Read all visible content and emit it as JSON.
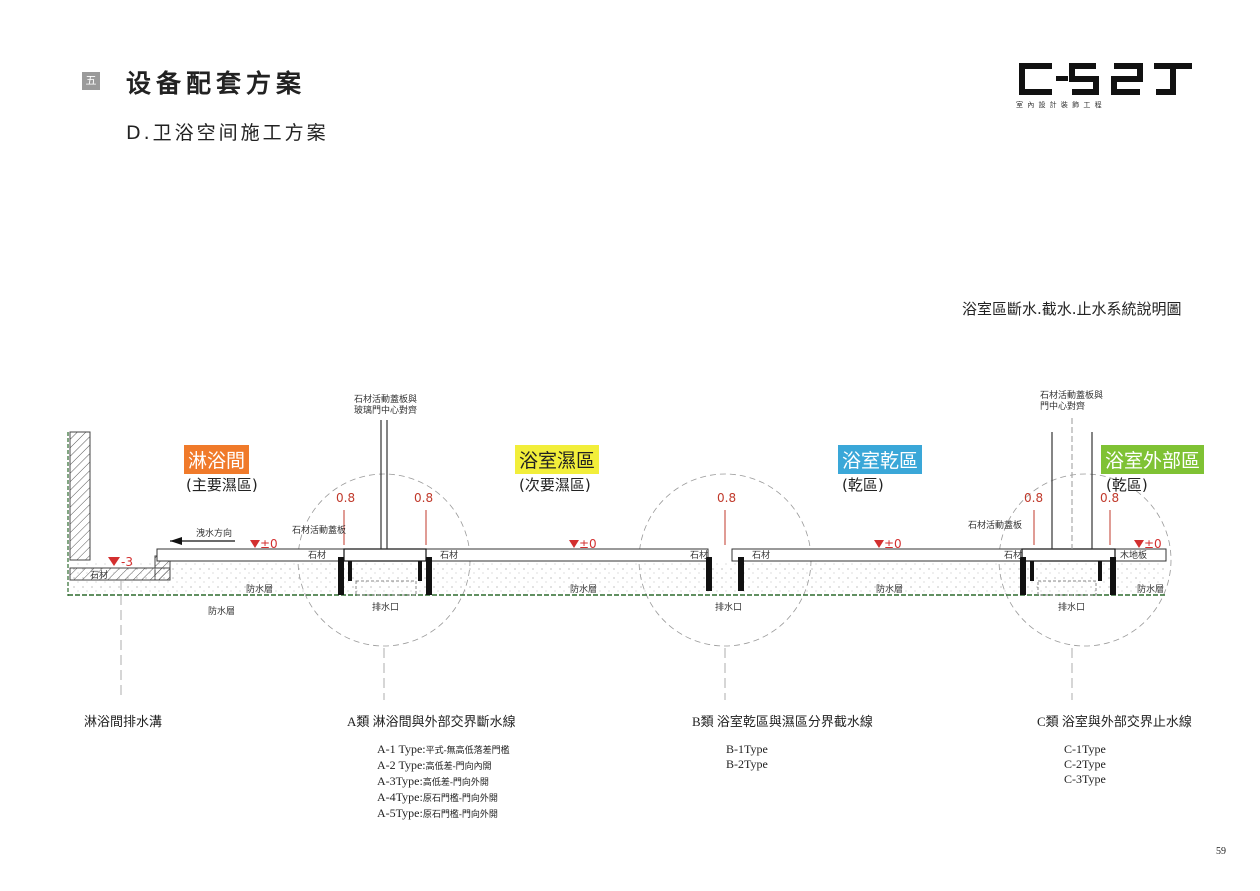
{
  "header": {
    "section_badge": "五",
    "title": "设备配套方案",
    "subtitle": "D.卫浴空间施工方案",
    "brand_tagline": "室 內 設 計       裝 飾 工 程"
  },
  "diagram": {
    "title": "浴室區斷水.截水.止水系統說明圖",
    "zones": [
      {
        "label": "淋浴間",
        "sub": "(主要濕區)",
        "color": "#f07a2a"
      },
      {
        "label": "浴室濕區",
        "sub": "(次要濕區)",
        "color": "#f2ee3a"
      },
      {
        "label": "浴室乾區",
        "sub": "(乾區)",
        "color": "#3aa7d8"
      },
      {
        "label": "浴室外部區",
        "sub": "(乾區)",
        "color": "#7fc234"
      }
    ],
    "labels": {
      "stone": "石材",
      "waterproof": "防水層",
      "drain": "排水口",
      "wood_floor": "木地板",
      "stone_cover": "石材活動蓋板",
      "flow": "洩水方向",
      "note_a": [
        "石材活動蓋板與",
        "玻璃門中心對齊"
      ],
      "note_c": [
        "石材活動蓋板與",
        "門中心對齊"
      ],
      "dim": "0.8",
      "level_zero": "±0",
      "level_minus": "-3"
    },
    "callouts": {
      "shower_drain": "淋浴間排水溝",
      "cat_a": "A類  淋浴間與外部交界斷水線",
      "cat_b": "B類  浴室乾區與濕區分界截水線",
      "cat_c": "C類  浴室與外部交界止水線"
    },
    "types_a": [
      {
        "code": "A-1 Type:",
        "desc": "平式-無高低落差門檻"
      },
      {
        "code": "A-2 Type:",
        "desc": "高低差-門向內開"
      },
      {
        "code": "A-3Type:",
        "desc": "高低差-門向外開"
      },
      {
        "code": "A-4Type:",
        "desc": "原石門檻-門向外開"
      },
      {
        "code": "A-5Type:",
        "desc": "原石門檻-門向外開"
      }
    ],
    "types_b": [
      "B-1Type",
      "B-2Type"
    ],
    "types_c": [
      "C-1Type",
      "C-2Type",
      "C-3Type"
    ]
  },
  "footer": {
    "page_number": "59"
  }
}
